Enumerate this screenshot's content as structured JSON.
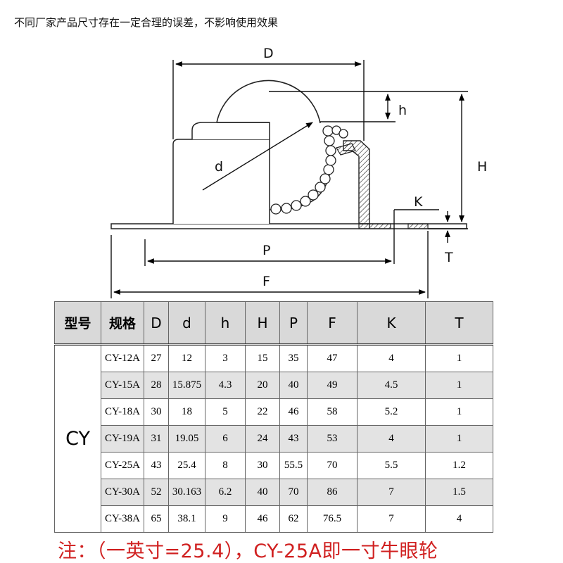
{
  "note": "不同厂家产品尺寸存在一定合理的误差，不影响使用效果",
  "diagram": {
    "labels": {
      "D": "D",
      "d": "d",
      "h": "h",
      "H": "H",
      "K": "K",
      "T": "T",
      "P": "P",
      "F": "F"
    }
  },
  "table": {
    "headers": [
      "型号",
      "规格",
      "D",
      "d",
      "h",
      "H",
      "P",
      "F",
      "K",
      "T"
    ],
    "series": "CY",
    "rows": [
      [
        "CY-12A",
        "27",
        "12",
        "3",
        "15",
        "35",
        "47",
        "4",
        "1"
      ],
      [
        "CY-15A",
        "28",
        "15.875",
        "4.3",
        "20",
        "40",
        "49",
        "4.5",
        "1"
      ],
      [
        "CY-18A",
        "30",
        "18",
        "5",
        "22",
        "46",
        "58",
        "5.2",
        "1"
      ],
      [
        "CY-19A",
        "31",
        "19.05",
        "6",
        "24",
        "43",
        "53",
        "4",
        "1"
      ],
      [
        "CY-25A",
        "43",
        "25.4",
        "8",
        "30",
        "55.5",
        "70",
        "5.5",
        "1.2"
      ],
      [
        "CY-30A",
        "52",
        "30.163",
        "6.2",
        "40",
        "70",
        "86",
        "7",
        "1.5"
      ],
      [
        "CY-38A",
        "65",
        "38.1",
        "9",
        "46",
        "62",
        "76.5",
        "7",
        "4"
      ]
    ]
  },
  "footnote": "注：（一英寸=25.4），CY-25A即一寸牛眼轮"
}
